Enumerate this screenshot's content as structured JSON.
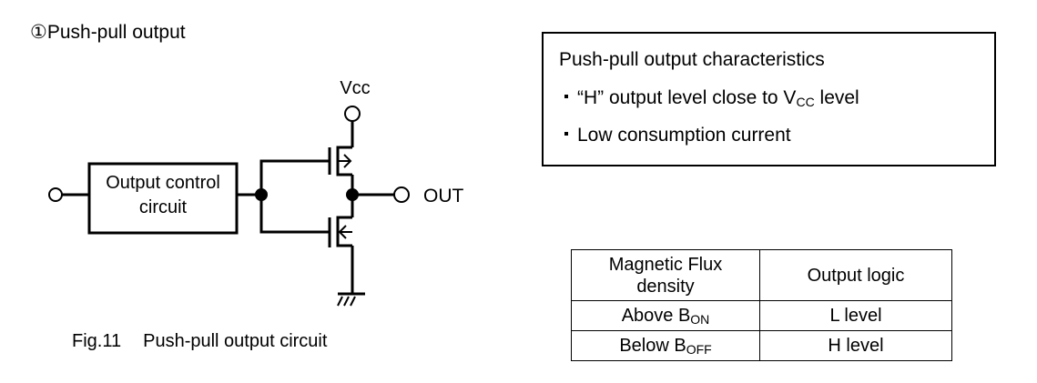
{
  "section": {
    "marker": "①",
    "title": "Push-pull output"
  },
  "circuit": {
    "block_label_line1": "Output control",
    "block_label_line2": "circuit",
    "vcc_label": "Vcc",
    "out_label": "OUT",
    "components": [
      "input-terminal",
      "output-control-circuit",
      "pmos-transistor",
      "nmos-transistor",
      "vcc-terminal",
      "out-terminal",
      "ground"
    ]
  },
  "caption": {
    "number": "Fig.11",
    "text": "Push-pull output circuit"
  },
  "characteristics": {
    "title": "Push-pull output characteristics",
    "items": [
      {
        "prefix": "“H”  output level close to V",
        "sub": "CC",
        "suffix": " level"
      },
      {
        "prefix": "Low consumption current",
        "sub": "",
        "suffix": ""
      }
    ]
  },
  "table": {
    "headers": [
      "Magnetic Flux density",
      "Output logic"
    ],
    "header_line1": "Magnetic Flux",
    "header_line2": "density",
    "rows": [
      {
        "cond_prefix": "Above B",
        "cond_sub": "ON",
        "logic": "L level"
      },
      {
        "cond_prefix": "Below B",
        "cond_sub": "OFF",
        "logic": "H level"
      }
    ]
  }
}
